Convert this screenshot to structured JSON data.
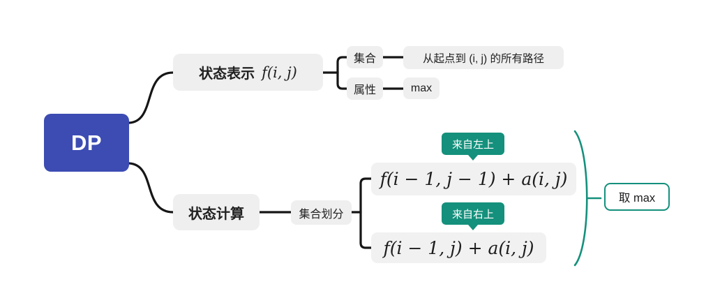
{
  "colors": {
    "root_bg": "#3c4cb3",
    "root_text": "#ffffff",
    "node_bg": "#efefef",
    "formula_bg": "#f1f1f1",
    "accent_teal": "#14907c",
    "connector": "#161616",
    "text": "#212121"
  },
  "root": {
    "label": "DP"
  },
  "branches": {
    "representation": {
      "label": "状态表示",
      "formula": "f(i, j)",
      "set": {
        "label": "集合",
        "value": "从起点到 (i, j) 的所有路径"
      },
      "property": {
        "label": "属性",
        "value": "max"
      }
    },
    "computation": {
      "label": "状态计算",
      "partition": "集合划分",
      "cases": [
        {
          "badge": "来自左上",
          "formula": "f(i − 1, j − 1) + a(i, j)"
        },
        {
          "badge": "来自右上",
          "formula": "f(i − 1, j) + a(i, j)"
        }
      ],
      "aggregate": "取 max"
    }
  }
}
